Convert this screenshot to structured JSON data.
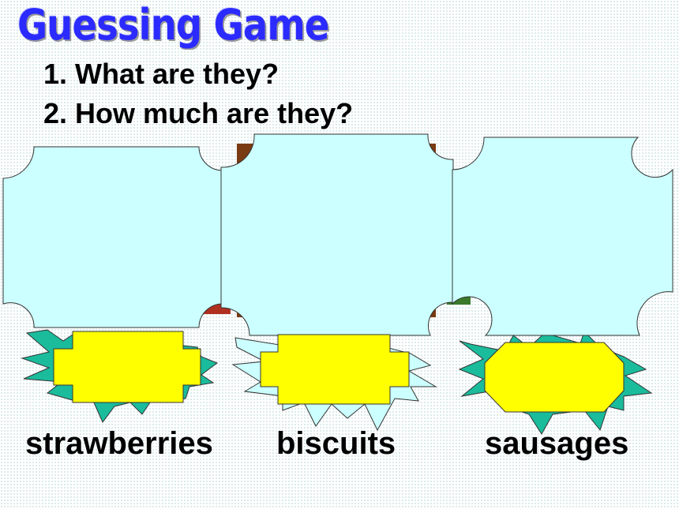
{
  "title": "Guessing Game",
  "questions": [
    "1. What are they?",
    "2. How much are they?"
  ],
  "items": [
    {
      "label": "strawberries"
    },
    {
      "label": "biscuits"
    },
    {
      "label": "sausages"
    }
  ],
  "colors": {
    "title": "#2b2bff",
    "card_fill": "#ccffff",
    "tag_fill": "#ffff00",
    "burst_teal": "#1abc9c",
    "burst_light": "#ccffff"
  }
}
